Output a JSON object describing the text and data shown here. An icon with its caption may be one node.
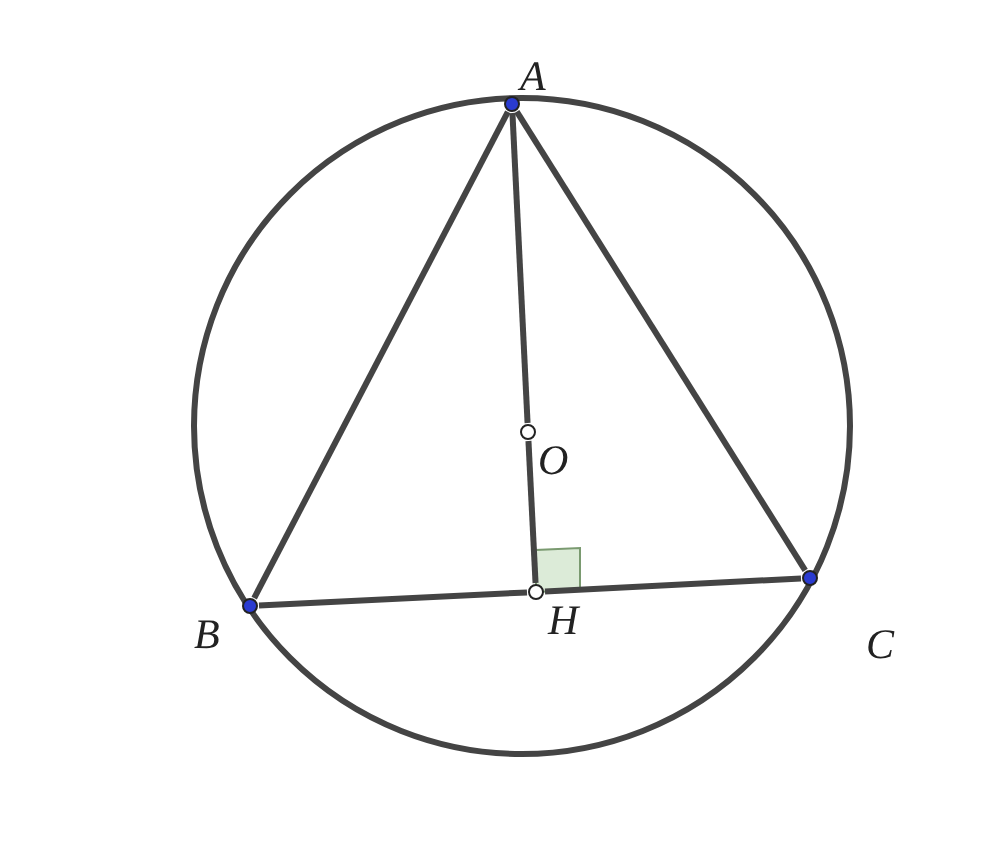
{
  "diagram": {
    "nodes": [
      {
        "text": [
          "A"
        ]
      },
      {
        "text": [
          "O"
        ]
      },
      {
        "text": [
          "B"
        ]
      },
      {
        "text": [
          "H"
        ]
      },
      {
        "text": [
          "C"
        ]
      }
    ],
    "edges": [
      {
        "from": 0,
        "to": 2,
        "arrow": "none"
      },
      {
        "from": 0,
        "to": 4,
        "arrow": "none"
      },
      {
        "from": 0,
        "to": 1,
        "arrow": "none"
      },
      {
        "from": 1,
        "to": 3,
        "arrow": "none"
      },
      {
        "from": 2,
        "to": 3,
        "arrow": "none"
      },
      {
        "from": 3,
        "to": 4,
        "arrow": "none"
      }
    ]
  }
}
